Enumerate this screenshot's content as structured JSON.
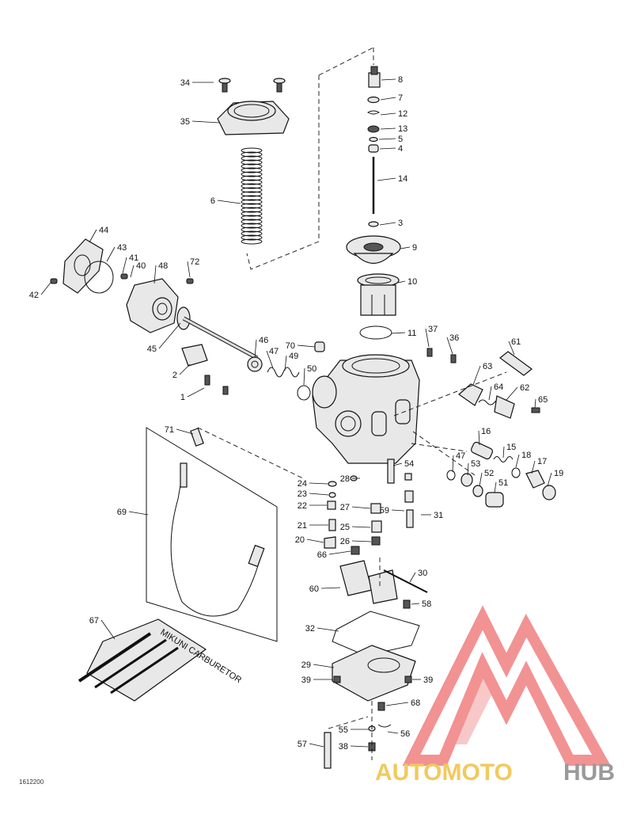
{
  "diagram": {
    "parts": [
      {
        "id": "34",
        "label": "34"
      },
      {
        "id": "35",
        "label": "35"
      },
      {
        "id": "6",
        "label": "6"
      },
      {
        "id": "8",
        "label": "8"
      },
      {
        "id": "7",
        "label": "7"
      },
      {
        "id": "12",
        "label": "12"
      },
      {
        "id": "13",
        "label": "13"
      },
      {
        "id": "5",
        "label": "5"
      },
      {
        "id": "4",
        "label": "4"
      },
      {
        "id": "14",
        "label": "14"
      },
      {
        "id": "3",
        "label": "3"
      },
      {
        "id": "9",
        "label": "9"
      },
      {
        "id": "10",
        "label": "10"
      },
      {
        "id": "11",
        "label": "11"
      },
      {
        "id": "44",
        "label": "44"
      },
      {
        "id": "43",
        "label": "43"
      },
      {
        "id": "41",
        "label": "41"
      },
      {
        "id": "40",
        "label": "40"
      },
      {
        "id": "48",
        "label": "48"
      },
      {
        "id": "72",
        "label": "72"
      },
      {
        "id": "42",
        "label": "42"
      },
      {
        "id": "45",
        "label": "45"
      },
      {
        "id": "2",
        "label": "2"
      },
      {
        "id": "1",
        "label": "1"
      },
      {
        "id": "46",
        "label": "46"
      },
      {
        "id": "47a",
        "label": "47"
      },
      {
        "id": "49",
        "label": "49"
      },
      {
        "id": "50",
        "label": "50"
      },
      {
        "id": "70",
        "label": "70"
      },
      {
        "id": "37",
        "label": "37"
      },
      {
        "id": "36",
        "label": "36"
      },
      {
        "id": "61",
        "label": "61"
      },
      {
        "id": "63",
        "label": "63"
      },
      {
        "id": "64",
        "label": "64"
      },
      {
        "id": "62",
        "label": "62"
      },
      {
        "id": "65",
        "label": "65"
      },
      {
        "id": "16",
        "label": "16"
      },
      {
        "id": "15",
        "label": "15"
      },
      {
        "id": "18",
        "label": "18"
      },
      {
        "id": "17",
        "label": "17"
      },
      {
        "id": "19",
        "label": "19"
      },
      {
        "id": "47b",
        "label": "47"
      },
      {
        "id": "53",
        "label": "53"
      },
      {
        "id": "52",
        "label": "52"
      },
      {
        "id": "51",
        "label": "51"
      },
      {
        "id": "71",
        "label": "71"
      },
      {
        "id": "69",
        "label": "69"
      },
      {
        "id": "24",
        "label": "24"
      },
      {
        "id": "23",
        "label": "23"
      },
      {
        "id": "22",
        "label": "22"
      },
      {
        "id": "21",
        "label": "21"
      },
      {
        "id": "20",
        "label": "20"
      },
      {
        "id": "28",
        "label": "28"
      },
      {
        "id": "54",
        "label": "54"
      },
      {
        "id": "27",
        "label": "27"
      },
      {
        "id": "25",
        "label": "25"
      },
      {
        "id": "26",
        "label": "26"
      },
      {
        "id": "59",
        "label": "59"
      },
      {
        "id": "31",
        "label": "31"
      },
      {
        "id": "66",
        "label": "66"
      },
      {
        "id": "30",
        "label": "30"
      },
      {
        "id": "60",
        "label": "60"
      },
      {
        "id": "58",
        "label": "58"
      },
      {
        "id": "67",
        "label": "67"
      },
      {
        "id": "32",
        "label": "32"
      },
      {
        "id": "29",
        "label": "29"
      },
      {
        "id": "39a",
        "label": "39"
      },
      {
        "id": "39b",
        "label": "39"
      },
      {
        "id": "68",
        "label": "68"
      },
      {
        "id": "55",
        "label": "55"
      },
      {
        "id": "56",
        "label": "56"
      },
      {
        "id": "57",
        "label": "57"
      },
      {
        "id": "38",
        "label": "38"
      }
    ],
    "kit_label": "MIKUNI CARBURETOR",
    "drawing_number": "1612200"
  },
  "watermark": {
    "brand_part1": "AUTOMOTO",
    "brand_part2": "HUB",
    "logo_color": "#f08080",
    "part1_color": "#f2c95c",
    "part2_color": "#9a9a9a"
  }
}
